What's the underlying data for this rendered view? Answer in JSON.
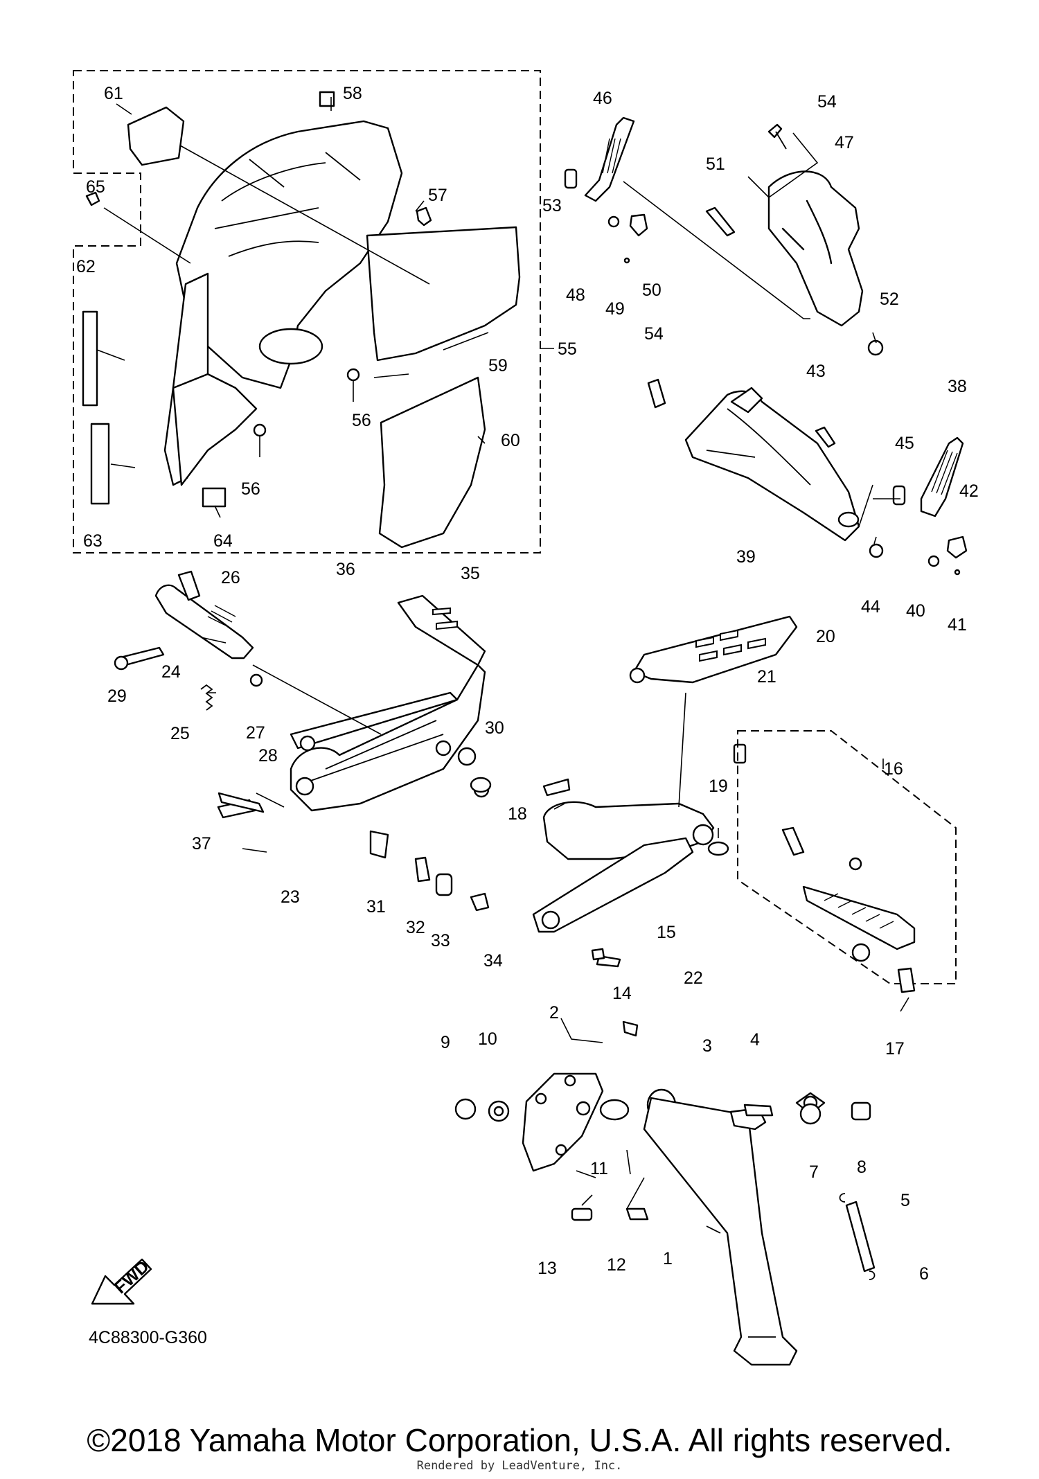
{
  "diagram": {
    "code": "4C88300-G360",
    "fwd_label": "FWD",
    "callouts": [
      "1",
      "2",
      "3",
      "4",
      "5",
      "6",
      "7",
      "8",
      "9",
      "10",
      "11",
      "12",
      "13",
      "14",
      "15",
      "16",
      "17",
      "18",
      "19",
      "20",
      "21",
      "22",
      "23",
      "24",
      "25",
      "26",
      "27",
      "28",
      "29",
      "30",
      "31",
      "32",
      "33",
      "34",
      "35",
      "36",
      "37",
      "38",
      "39",
      "40",
      "41",
      "42",
      "43",
      "44",
      "45",
      "46",
      "47",
      "48",
      "49",
      "50",
      "51",
      "52",
      "53",
      "54",
      "54",
      "55",
      "56",
      "56",
      "57",
      "58",
      "59",
      "60",
      "61",
      "62",
      "63",
      "64",
      "65"
    ]
  },
  "footer": {
    "copyright": "©2018 Yamaha Motor Corporation, U.S.A. All rights reserved.",
    "rendered_by": "Rendered by LeadVenture, Inc."
  },
  "colors": {
    "line": "#000000",
    "background": "#ffffff"
  }
}
